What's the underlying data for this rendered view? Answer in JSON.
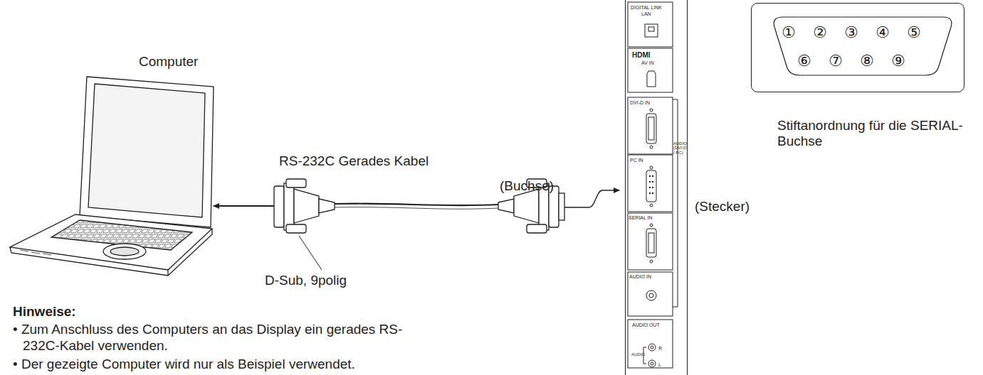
{
  "diagram": {
    "nodes": [
      {
        "text": [
          "①",
          "②",
          "③",
          "④",
          "⑤",
          "⑥",
          "⑦",
          "⑧",
          "⑨"
        ]
      },
      {
        "text": [
          "DIGITAL LINK",
          "LAN",
          "HDMI",
          "AV IN",
          "DVI-D IN",
          "PC IN",
          "AUDIO (DVI-D / PC)",
          "SERIAL IN",
          "AUDIO IN",
          "AUDIO OUT",
          "R",
          "AUDIO",
          "L"
        ]
      }
    ],
    "labels": [
      "Computer",
      "RS-232C Gerades Kabel",
      "(Buchse)",
      "(Stecker)",
      "Stiftanordnung für die SERIAL-Buchse",
      "D-Sub, 9polig",
      "Hinweise:",
      "• Zum Anschluss des Computers an das Display ein gerades RS-232C-Kabel verwenden.",
      "• Der gezeigte Computer wird nur als Beispiel verwendet."
    ]
  }
}
